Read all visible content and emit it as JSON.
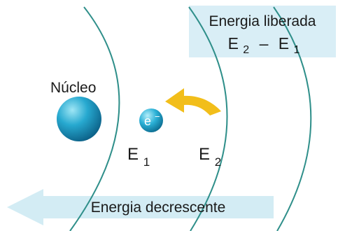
{
  "diagram": {
    "nucleus_label": "Núcleo",
    "electron": {
      "base": "e",
      "superscript": "−"
    },
    "level_1": {
      "base": "E",
      "subscript": "1"
    },
    "level_2": {
      "base": "E",
      "subscript": "2"
    },
    "released_box": {
      "title": "Energia liberada",
      "formula": {
        "term_2_base": "E",
        "term_2_subscript": "2",
        "operator": "–",
        "term_1_base": "E",
        "term_1_subscript": "1"
      }
    },
    "bottom_arrow_label": "Energia decrescente",
    "colors": {
      "orbit": "#2f8f8a",
      "nucleus": "#1f9fc4",
      "electron": "#28a7cc",
      "transition_arrow": "#f2be1a",
      "box_fill": "#d9eef6",
      "bottom_arrow": "#d3ecf4"
    }
  }
}
